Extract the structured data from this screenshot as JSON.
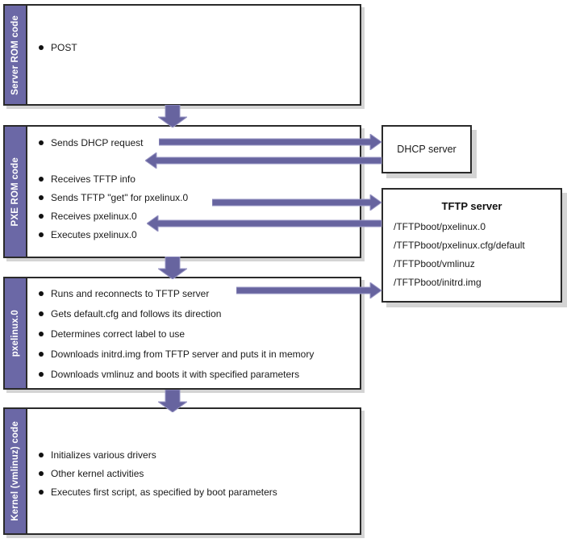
{
  "diagram": {
    "stages": [
      {
        "label": "Server ROM code",
        "bullets": [
          "POST"
        ]
      },
      {
        "label": "PXE ROM code",
        "bullets": [
          "Sends DHCP request",
          "Receives TFTP info",
          "Sends TFTP \"get\" for pxelinux.0",
          "Receives pxelinux.0",
          "Executes pxelinux.0"
        ]
      },
      {
        "label": "pxelinux.0",
        "bullets": [
          "Runs and reconnects to TFTP server",
          "Gets default.cfg and follows its direction",
          "Determines correct label to use",
          "Downloads initrd.img from TFTP server and puts it in memory",
          "Downloads vmlinuz and boots it with specified parameters"
        ]
      },
      {
        "label": "Kernel (vmlinuz) code",
        "bullets": [
          "Initializes various drivers",
          "Other kernel activities",
          "Executes first script, as specified by boot parameters"
        ]
      }
    ],
    "servers": {
      "dhcp": {
        "title": "DHCP server"
      },
      "tftp": {
        "title": "TFTP server",
        "files": [
          "/TFTPboot/pxelinux.0",
          "/TFTPboot/pxelinux.cfg/default",
          "/TFTPboot/vmlinuz",
          "/TFTPboot/initrd.img"
        ]
      }
    },
    "colors": {
      "accent_purple": "#6B68A6",
      "arrow_purple": "#67649F",
      "arrow_outline": "#9A97C4",
      "box_border": "#2A2A2A",
      "shadow_gray": "#D4D4D4"
    }
  }
}
